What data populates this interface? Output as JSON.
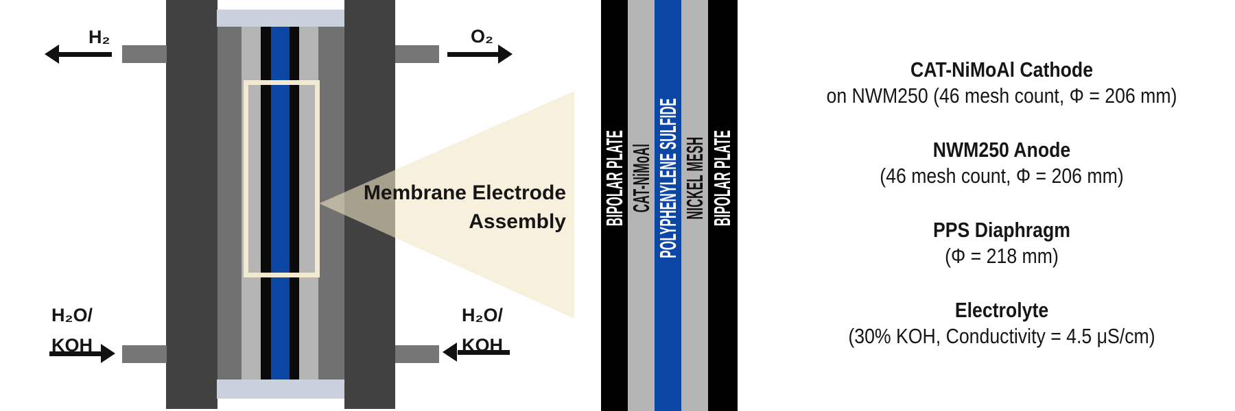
{
  "diagram": {
    "flow_labels": {
      "hydrogen": "H₂",
      "oxygen": "O₂",
      "feed_left_line1": "H₂O/",
      "feed_left_line2": "KOH",
      "feed_right_line1": "H₂O/",
      "feed_right_line2": "KOH"
    },
    "mea_callout": {
      "line1": "Membrane Electrode",
      "line2": "Assembly"
    },
    "zoom_stack": {
      "layers": [
        {
          "label": "BIPOLAR PLATE",
          "color": "#000000",
          "text_color": "#ffffff"
        },
        {
          "label": "CAT-NiMoAl",
          "color": "#b4b4b4",
          "text_color": "#111111"
        },
        {
          "label": "POLYPHENYLENE SULFIDE",
          "color": "#0c47a6",
          "text_color": "#ffffff"
        },
        {
          "label": "NICKEL MESH",
          "color": "#b4b4b4",
          "text_color": "#111111"
        },
        {
          "label": "BIPOLAR PLATE",
          "color": "#000000",
          "text_color": "#ffffff"
        }
      ]
    },
    "palette": {
      "plate_dark": "#414141",
      "gray_medium": "#717171",
      "gray_light": "#b5b5b5",
      "layer_black": "#0a0a0a",
      "layer_blue": "#0c47a6",
      "end_cap": "#c9d1dd",
      "pipe_gray": "#757575",
      "cream_outline": "#f2e9d1",
      "cone_fill": "rgba(241,229,196,0.58)",
      "arrow_black": "#111111"
    }
  },
  "panel": {
    "groups": [
      {
        "title": "CAT-NiMoAl Cathode",
        "detail": "on NWM250 (46 mesh count, Φ = 206 mm)"
      },
      {
        "title": "NWM250 Anode",
        "detail": "(46 mesh count, Φ = 206 mm)"
      },
      {
        "title": "PPS Diaphragm",
        "detail": "(Φ = 218 mm)"
      },
      {
        "title": "Electrolyte",
        "detail": "(30% KOH, Conductivity = 4.5 μS/cm)"
      }
    ]
  }
}
